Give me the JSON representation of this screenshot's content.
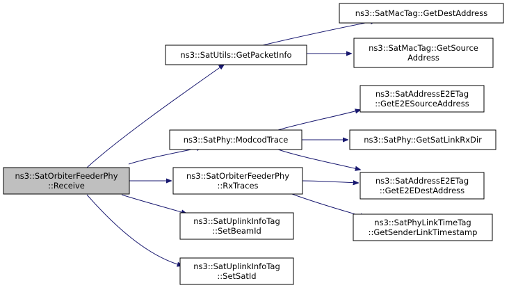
{
  "nodes": [
    {
      "id": "root",
      "lines": [
        "ns3::SatOrbiterFeederPhy",
        "::Receive"
      ],
      "highlight": true
    },
    {
      "id": "getPacketInfo",
      "lines": [
        "ns3::SatUtils::GetPacketInfo"
      ]
    },
    {
      "id": "getDestAddress",
      "lines": [
        "ns3::SatMacTag::GetDestAddress"
      ]
    },
    {
      "id": "getSourceAddress",
      "lines": [
        "ns3::SatMacTag::GetSource",
        "Address"
      ]
    },
    {
      "id": "getE2ESource",
      "lines": [
        "ns3::SatAddressE2ETag",
        "::GetE2ESourceAddress"
      ]
    },
    {
      "id": "modcodTrace",
      "lines": [
        "ns3::SatPhy::ModcodTrace"
      ]
    },
    {
      "id": "getSatLinkRxDir",
      "lines": [
        "ns3::SatPhy::GetSatLinkRxDir"
      ]
    },
    {
      "id": "rxTraces",
      "lines": [
        "ns3::SatOrbiterFeederPhy",
        "::RxTraces"
      ]
    },
    {
      "id": "getE2EDest",
      "lines": [
        "ns3::SatAddressE2ETag",
        "::GetE2EDestAddress"
      ]
    },
    {
      "id": "getSenderLinkTimestamp",
      "lines": [
        "ns3::SatPhyLinkTimeTag",
        "::GetSenderLinkTimestamp"
      ]
    },
    {
      "id": "setBeamId",
      "lines": [
        "ns3::SatUplinkInfoTag",
        "::SetBeamId"
      ]
    },
    {
      "id": "setSatId",
      "lines": [
        "ns3::SatUplinkInfoTag",
        "::SetSatId"
      ]
    }
  ],
  "edges": [
    {
      "from": "root",
      "to": "getPacketInfo"
    },
    {
      "from": "root",
      "to": "modcodTrace"
    },
    {
      "from": "root",
      "to": "rxTraces"
    },
    {
      "from": "root",
      "to": "setBeamId"
    },
    {
      "from": "root",
      "to": "setSatId"
    },
    {
      "from": "getPacketInfo",
      "to": "getDestAddress"
    },
    {
      "from": "getPacketInfo",
      "to": "getSourceAddress"
    },
    {
      "from": "modcodTrace",
      "to": "getE2ESource"
    },
    {
      "from": "modcodTrace",
      "to": "getSatLinkRxDir"
    },
    {
      "from": "modcodTrace",
      "to": "getE2EDest"
    },
    {
      "from": "rxTraces",
      "to": "getE2EDest"
    },
    {
      "from": "rxTraces",
      "to": "getSenderLinkTimestamp"
    }
  ],
  "colors": {
    "edge": "#191970",
    "root_fill": "#bfbfbf",
    "box_fill": "#ffffff",
    "border": "#000000"
  }
}
